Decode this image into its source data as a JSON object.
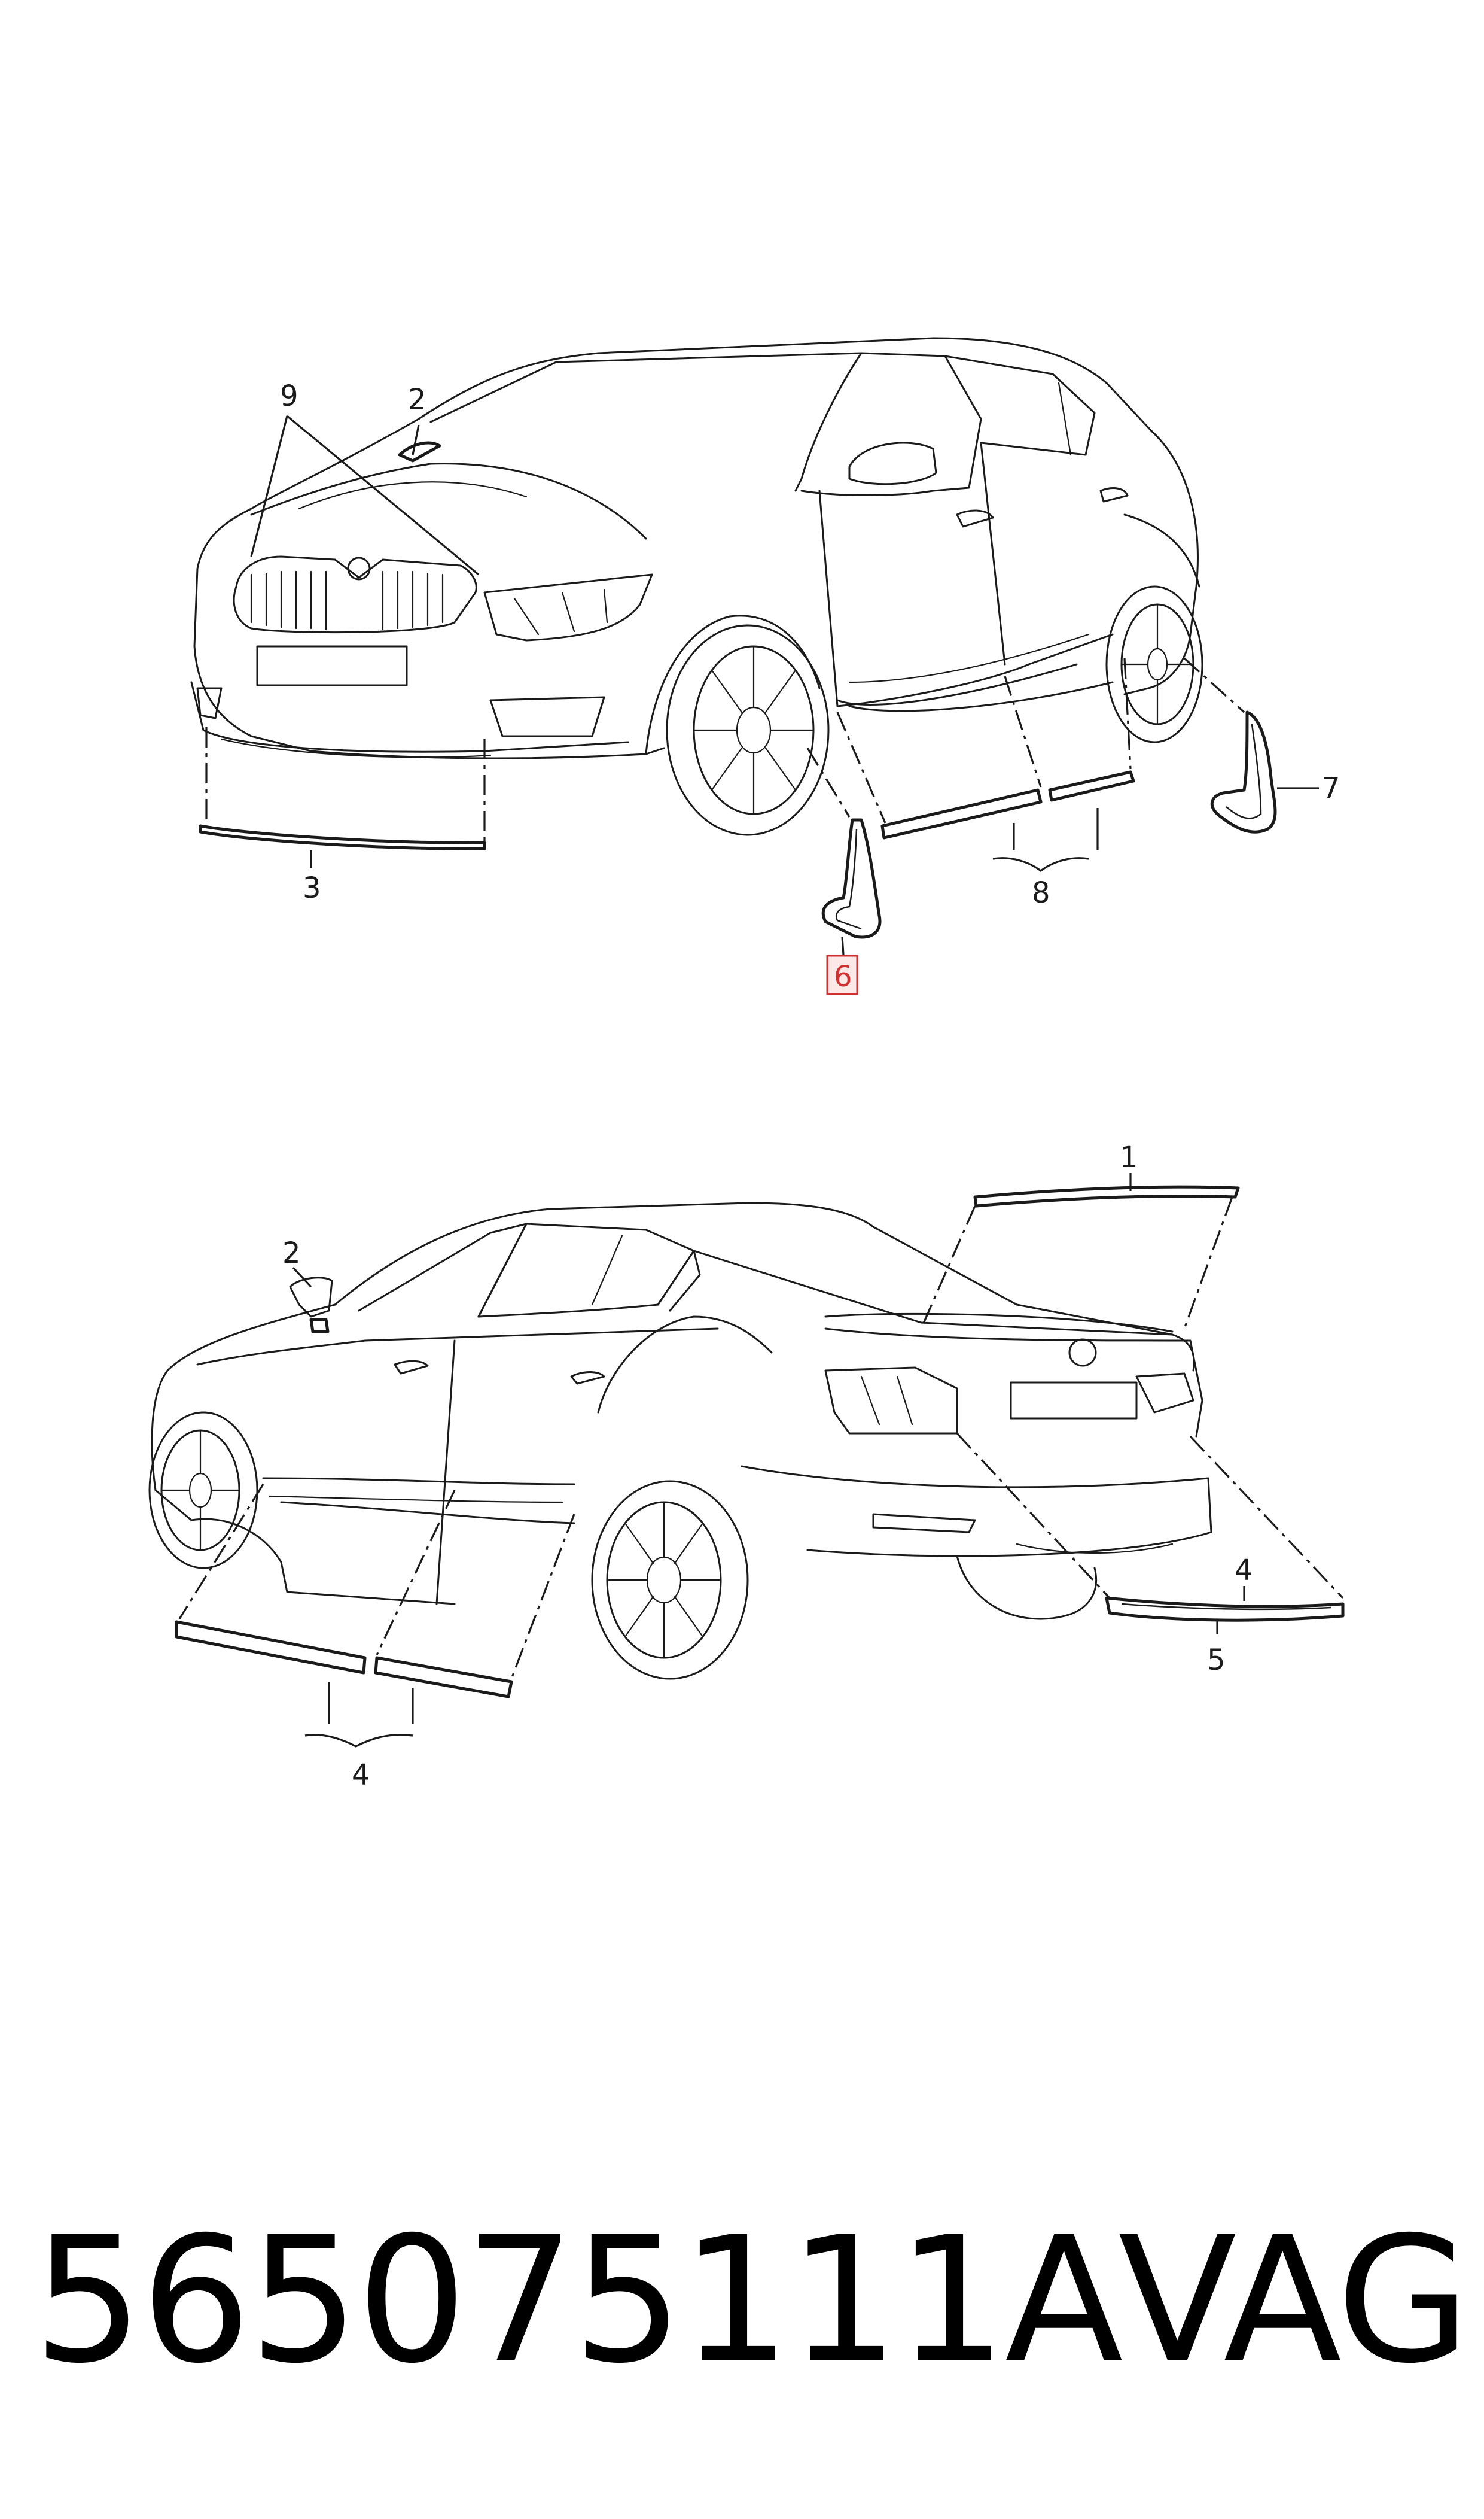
{
  "diagram": {
    "front_view": {
      "callouts": [
        {
          "id": "callout-9",
          "label": "9"
        },
        {
          "id": "callout-2-front",
          "label": "2"
        },
        {
          "id": "callout-3",
          "label": "3"
        },
        {
          "id": "callout-6",
          "label": "6",
          "highlighted": true
        },
        {
          "id": "callout-8",
          "label": "8"
        },
        {
          "id": "callout-7",
          "label": "7"
        }
      ]
    },
    "rear_view": {
      "callouts": [
        {
          "id": "callout-1",
          "label": "1"
        },
        {
          "id": "callout-2-rear",
          "label": "2"
        },
        {
          "id": "callout-4-side",
          "label": "4"
        },
        {
          "id": "callout-4-rear",
          "label": "4"
        },
        {
          "id": "callout-5",
          "label": "5"
        }
      ]
    },
    "highlight_color": "#d03030"
  },
  "footer": {
    "part_number": "565075111A",
    "brand": "VAG"
  }
}
